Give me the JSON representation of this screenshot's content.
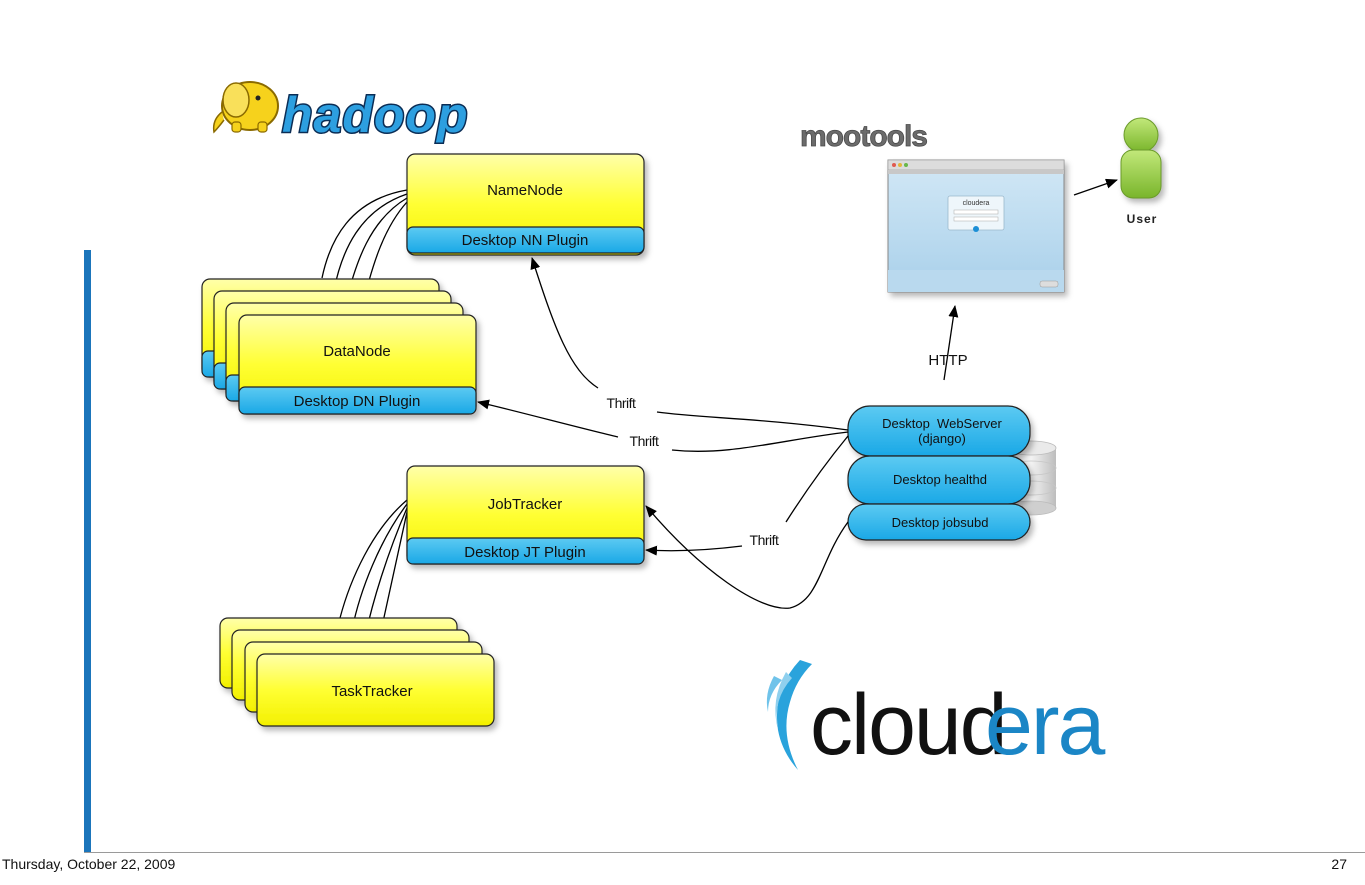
{
  "logos": {
    "hadoop": "hadoop",
    "mootools": "mootools",
    "cloudera_main": "cloud",
    "cloudera_accent": "era",
    "login_window_brand": "cloudera"
  },
  "nodes": {
    "namenode": "NameNode",
    "nn_plugin": "Desktop NN Plugin",
    "datanode": "DataNode",
    "dn_plugin": "Desktop DN Plugin",
    "jobtracker": "JobTracker",
    "jt_plugin": "Desktop JT Plugin",
    "tasktracker": "TaskTracker"
  },
  "desktop": {
    "webserver_line1": "Desktop  WebServer",
    "webserver_line2": "(django)",
    "healthd": "Desktop healthd",
    "jobsubd": "Desktop jobsubd"
  },
  "user_label": "User",
  "edges": {
    "http": "HTTP",
    "thrift_nn": "Thrift",
    "thrift_dn": "Thrift",
    "thrift_jt": "Thrift"
  },
  "footer": {
    "date": "Thursday, October 22, 2009",
    "page": "27"
  },
  "colors": {
    "node_yellow": "#ffff33",
    "plugin_blue": "#2bb6ee",
    "accent_bar": "#1b75bb",
    "user_green": "#8cc63f"
  }
}
